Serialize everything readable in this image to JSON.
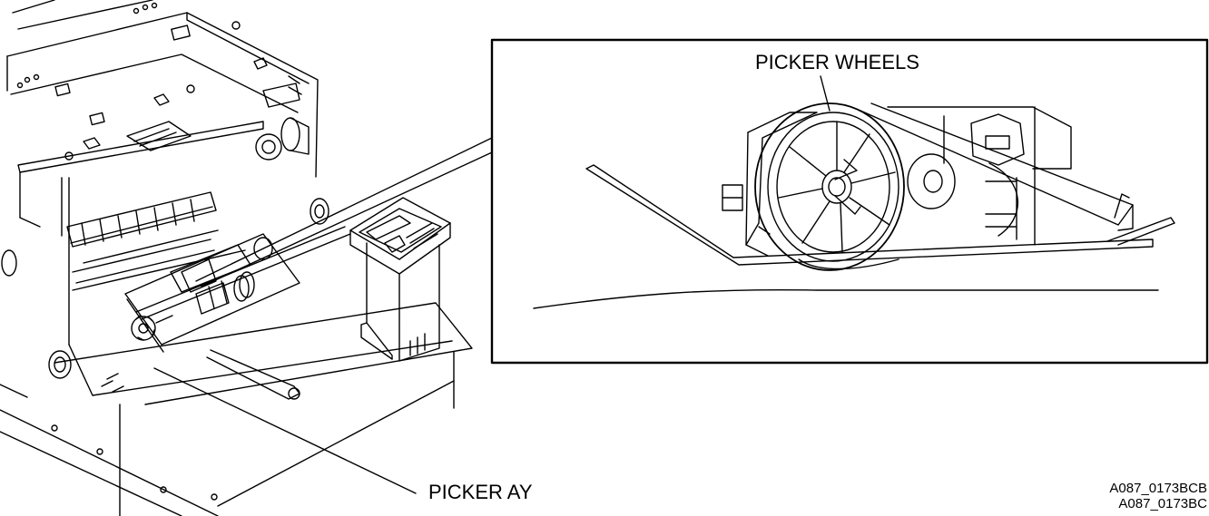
{
  "labels": {
    "picker_wheels": "PICKER WHEELS",
    "picker_ay": "PICKER AY"
  },
  "figure_refs": [
    "A087_0173BCB",
    "A087_0173BC"
  ],
  "colors": {
    "line": "#000000",
    "background": "#ffffff"
  }
}
